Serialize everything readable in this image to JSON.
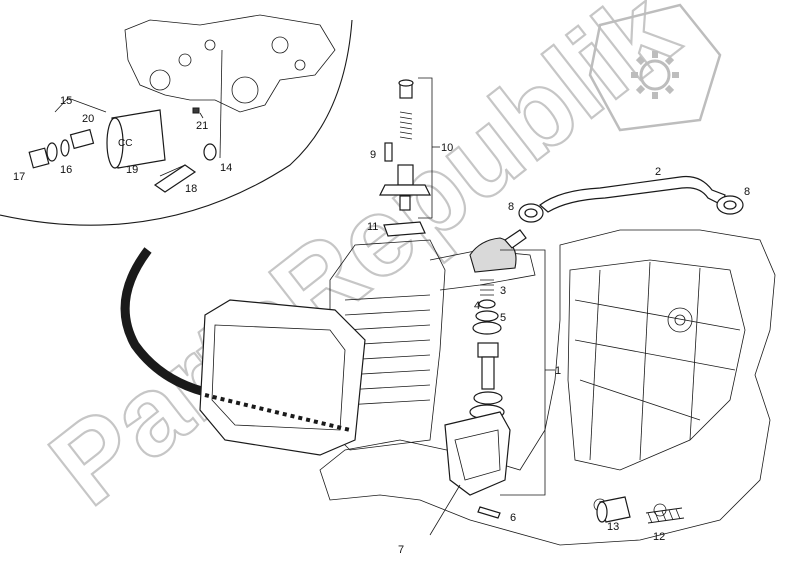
{
  "watermark": {
    "text": "PartsRepublik",
    "color": "#bdbdbd"
  },
  "logo": {
    "icon": "gear-icon",
    "color": "#bdbdbd"
  },
  "callouts": [
    "1",
    "2",
    "3",
    "4",
    "5",
    "6",
    "7",
    "8",
    "8",
    "9",
    "10",
    "11",
    "12",
    "13",
    "14",
    "15",
    "16",
    "17",
    "18",
    "19",
    "20",
    "21"
  ],
  "colors": {
    "line": "#1a1a1a",
    "background": "#ffffff"
  }
}
